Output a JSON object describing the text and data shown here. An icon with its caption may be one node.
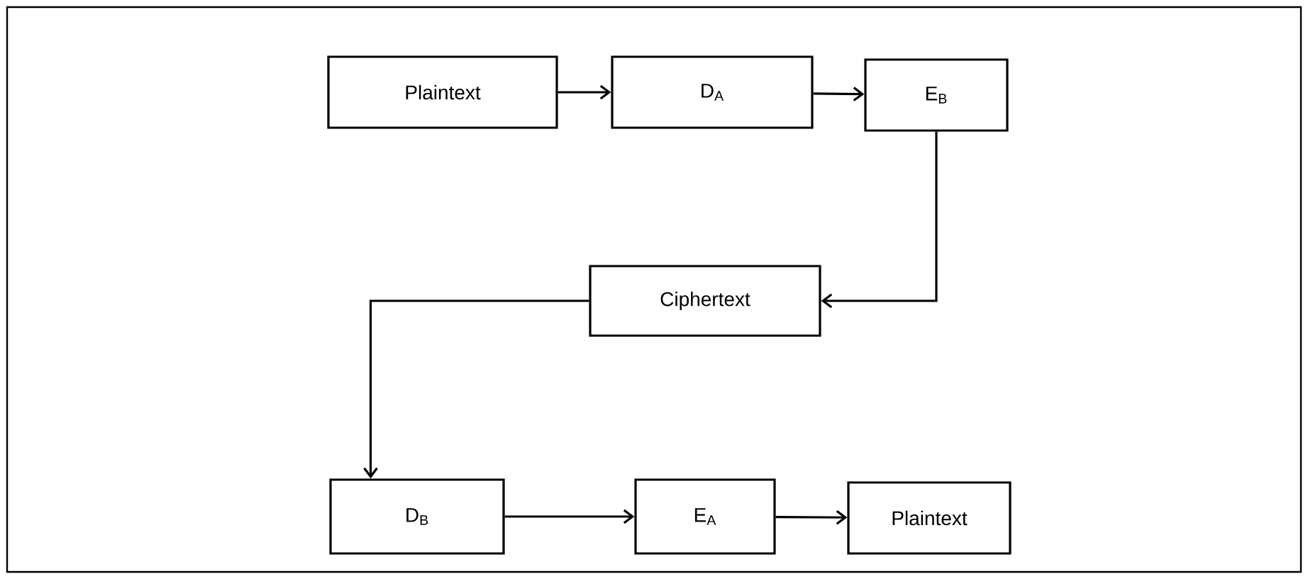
{
  "diagram": {
    "nodes": [
      {
        "text": [
          "Plaintext"
        ]
      },
      {
        "text": [
          "D$_{A}$"
        ]
      },
      {
        "text": [
          "E$_{B}$"
        ]
      },
      {
        "text": [
          "Ciphertext"
        ]
      },
      {
        "text": [
          "D$_{B}$"
        ]
      },
      {
        "text": [
          "E$_{A}$"
        ]
      },
      {
        "text": [
          "Plaintext"
        ]
      }
    ],
    "edges": [
      {
        "from": 0,
        "to": 1,
        "arrow": "to"
      },
      {
        "from": 1,
        "to": 2,
        "arrow": "to"
      },
      {
        "from": 2,
        "to": 3,
        "arrow": "to"
      },
      {
        "from": 3,
        "to": 4,
        "arrow": "to"
      },
      {
        "from": 4,
        "to": 5,
        "arrow": "to"
      },
      {
        "from": 5,
        "to": 6,
        "arrow": "to"
      }
    ]
  }
}
